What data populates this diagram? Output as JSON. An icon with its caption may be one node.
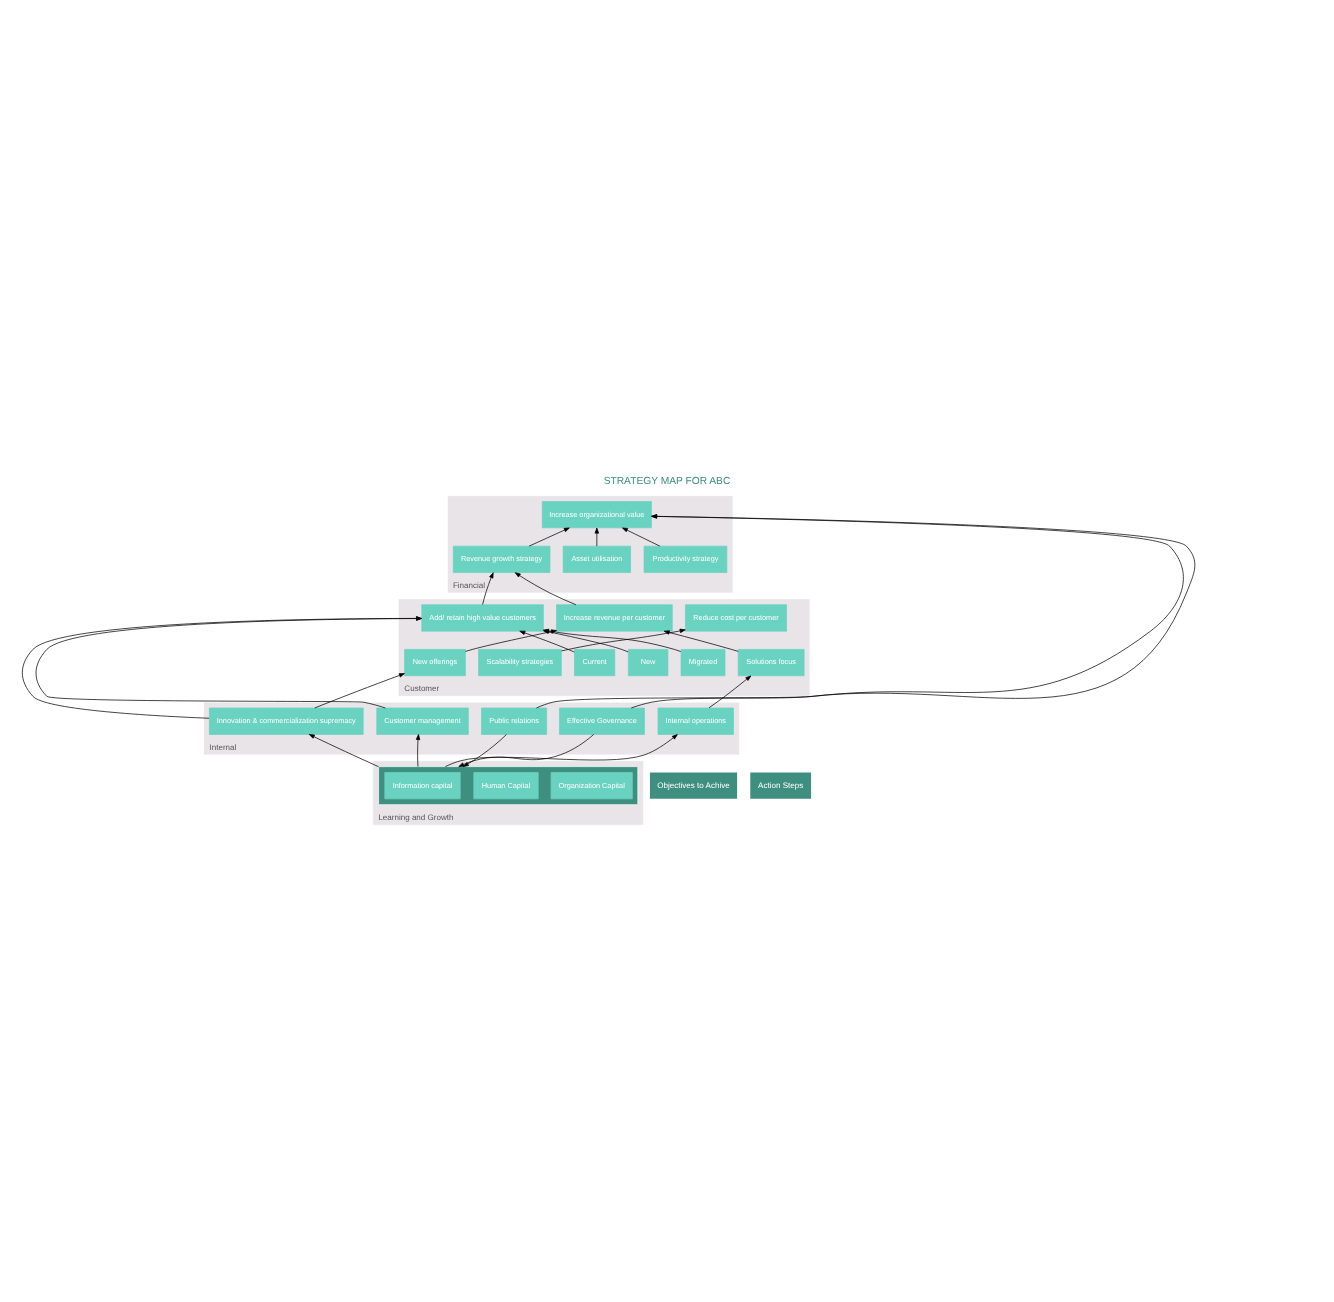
{
  "diagram": {
    "title": "STRATEGY MAP FOR ABC",
    "nodes": [
      {
        "text": [
          "Financial"
        ]
      },
      {
        "text": [
          "Increase organizational value"
        ],
        "in": 0
      },
      {
        "text": [
          "Revenue growth strategy"
        ],
        "in": 0
      },
      {
        "text": [
          "Productivity strategy"
        ],
        "in": 0
      },
      {
        "text": [
          "Asset utilisation"
        ],
        "in": 0
      },
      {
        "text": [
          "Customer"
        ]
      },
      {
        "text": [
          "Add/ retain high value customers"
        ],
        "in": 5
      },
      {
        "text": [
          "Increase revenue per customer"
        ],
        "in": 5
      },
      {
        "text": [
          "Reduce cost per customer"
        ],
        "in": 5
      },
      {
        "text": [
          "Current"
        ],
        "in": 5
      },
      {
        "text": [
          "Migrated"
        ],
        "in": 5
      },
      {
        "text": [
          "New"
        ],
        "in": 5
      },
      {
        "text": [
          "New offerings"
        ],
        "in": 5
      },
      {
        "text": [
          "Solutions focus"
        ],
        "in": 5
      },
      {
        "text": [
          "Scalability strategies"
        ],
        "in": 5
      },
      {
        "text": [
          "Internal"
        ]
      },
      {
        "text": [
          "Customer management"
        ],
        "in": 15
      },
      {
        "text": [
          "Innovation & commercialization supremacy"
        ],
        "in": 15
      },
      {
        "text": [
          "Internal operations"
        ],
        "in": 15
      },
      {
        "text": [
          "Effective Governance"
        ],
        "in": 15
      },
      {
        "text": [
          "Public relations"
        ],
        "in": 15
      },
      {
        "text": [
          "Learning and Growth"
        ]
      },
      {
        "text": [],
        "shape": "box",
        "in": 21
      },
      {
        "text": [
          "Human Capital"
        ],
        "in": 22
      },
      {
        "text": [
          "Information capital"
        ],
        "in": 22
      },
      {
        "text": [
          "Organization Capital"
        ],
        "in": 22
      }
    ],
    "edges": [
      {
        "from": 2,
        "to": 1,
        "arrow": "to"
      },
      {
        "from": 3,
        "to": 1,
        "arrow": "to"
      },
      {
        "from": 4,
        "to": 1,
        "arrow": "to"
      },
      {
        "from": 19,
        "to": 1,
        "arrow": "to"
      },
      {
        "from": 20,
        "to": 1,
        "arrow": "to"
      },
      {
        "from": 6,
        "to": 2,
        "arrow": "to"
      },
      {
        "from": 7,
        "to": 2,
        "arrow": "to"
      },
      {
        "from": 9,
        "to": 6,
        "arrow": "to"
      },
      {
        "from": 10,
        "to": 6,
        "arrow": "to"
      },
      {
        "from": 11,
        "to": 6,
        "arrow": "to"
      },
      {
        "from": 12,
        "to": 7,
        "arrow": "to"
      },
      {
        "from": 13,
        "to": 7,
        "arrow": "to"
      },
      {
        "from": 14,
        "to": 8,
        "arrow": "to"
      },
      {
        "from": 16,
        "to": 6,
        "arrow": "to"
      },
      {
        "from": 17,
        "to": 6,
        "arrow": "to"
      },
      {
        "from": 17,
        "to": 12,
        "arrow": "to"
      },
      {
        "from": 18,
        "to": 13,
        "arrow": "to"
      },
      {
        "from": 22,
        "to": 16,
        "arrow": "to"
      },
      {
        "from": 22,
        "to": 17,
        "arrow": "to"
      },
      {
        "from": 22,
        "to": 18,
        "arrow": "to"
      },
      {
        "from": 19,
        "to": 22,
        "arrow": "to"
      },
      {
        "from": 20,
        "to": 22,
        "arrow": "to"
      }
    ],
    "labels": [
      "Objectives to Achive",
      "Action Steps"
    ]
  }
}
